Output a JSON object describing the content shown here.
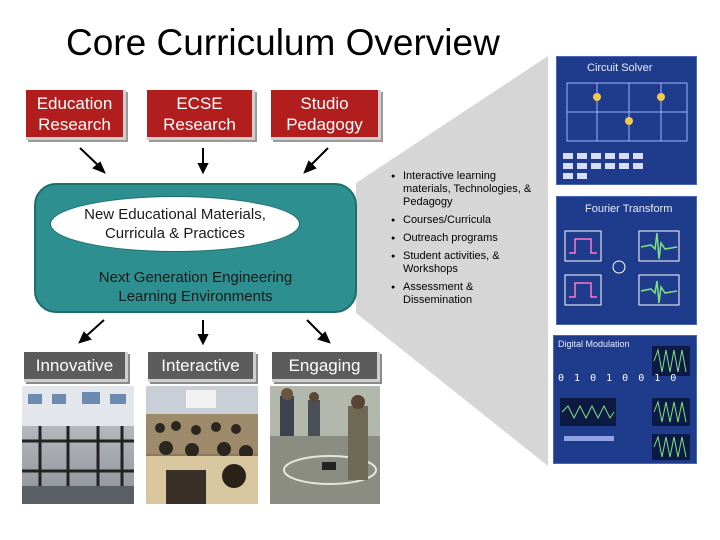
{
  "title": "Core Curriculum Overview",
  "inputs": [
    {
      "label": "Education\nResearch"
    },
    {
      "label": "ECSE\nResearch"
    },
    {
      "label": "Studio\nPedagogy"
    }
  ],
  "center": {
    "ellipse_line1": "New Educational Materials,",
    "ellipse_line2": "Curricula & Practices",
    "line1": "Next Generation Engineering",
    "line2": "Learning Environments"
  },
  "outputs": [
    {
      "label": "Innovative"
    },
    {
      "label": "Interactive"
    },
    {
      "label": "Engaging"
    }
  ],
  "bullets": [
    "Interactive learning materials, Technologies, & Pedagogy",
    "Courses/Curricula",
    "Outreach programs",
    "Student activities, & Workshops",
    "Assessment & Dissemination"
  ],
  "panels": {
    "circuit": {
      "title": "Circuit Solver"
    },
    "fourier": {
      "title": "Fourier Transform"
    },
    "digital": {
      "title": "Digital Modulation",
      "bits": "0 1 0 1 0 0 1 0"
    }
  },
  "colors": {
    "input_box": "#b21e1e",
    "output_box": "#5c5c5c",
    "center_box": "#2d8f8f",
    "panel_bg": "#1f3b8c"
  }
}
